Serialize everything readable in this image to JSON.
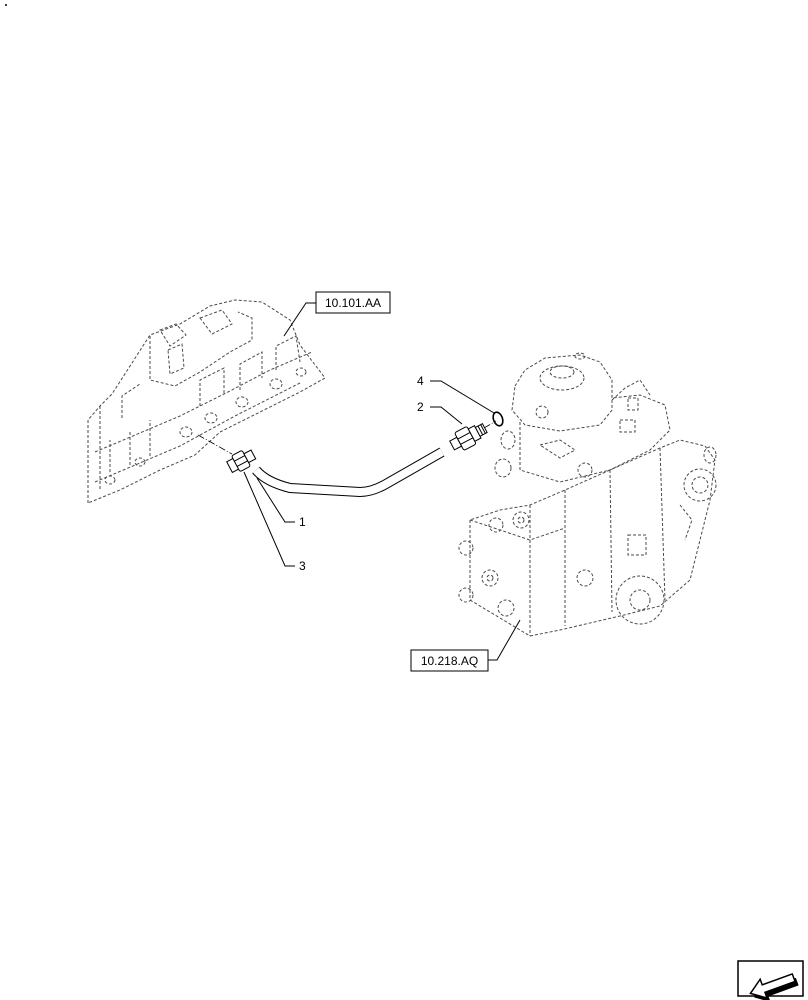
{
  "page": {
    "background": "#ffffff",
    "line_color": "#000000",
    "hidden_line_color": "#4a4a4a"
  },
  "references": {
    "ref_a": {
      "label": "10.101.AA"
    },
    "ref_b": {
      "label": "10.218.AQ"
    }
  },
  "callouts": {
    "item_1": "1",
    "item_2": "2",
    "item_3": "3",
    "item_4": "4"
  },
  "navigation": {
    "icon": "arrow-down-left-icon"
  }
}
